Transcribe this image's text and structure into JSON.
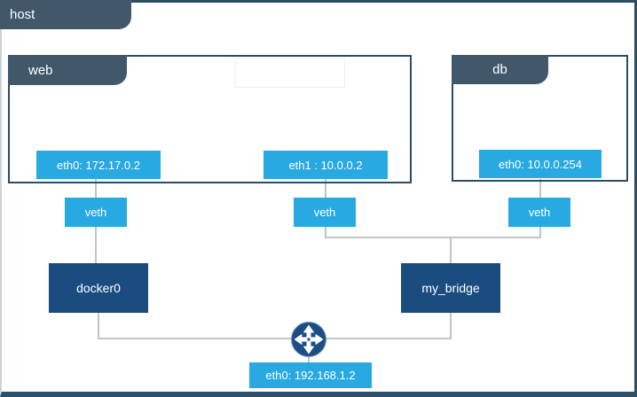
{
  "host": {
    "label": "host",
    "interface": {
      "label": "eth0: 192.168.1.2"
    }
  },
  "containers": {
    "web": {
      "label": "web",
      "interfaces": [
        {
          "label": "eth0: 172.17.0.2"
        },
        {
          "label": "eth1 : 10.0.0.2"
        }
      ]
    },
    "db": {
      "label": "db",
      "interfaces": [
        {
          "label": "eth0: 10.0.0.254"
        }
      ]
    }
  },
  "veths": [
    {
      "label": "veth"
    },
    {
      "label": "veth"
    },
    {
      "label": "veth"
    }
  ],
  "bridges": [
    {
      "label": "docker0"
    },
    {
      "label": "my_bridge"
    }
  ],
  "icons": {
    "router": "router-icon"
  },
  "colors": {
    "accent_blue": "#29A9E2",
    "navy": "#1B4C80",
    "slate_tab": "#41586B",
    "container_border": "#2C4D63",
    "connector_gray": "#C4C4C4"
  }
}
